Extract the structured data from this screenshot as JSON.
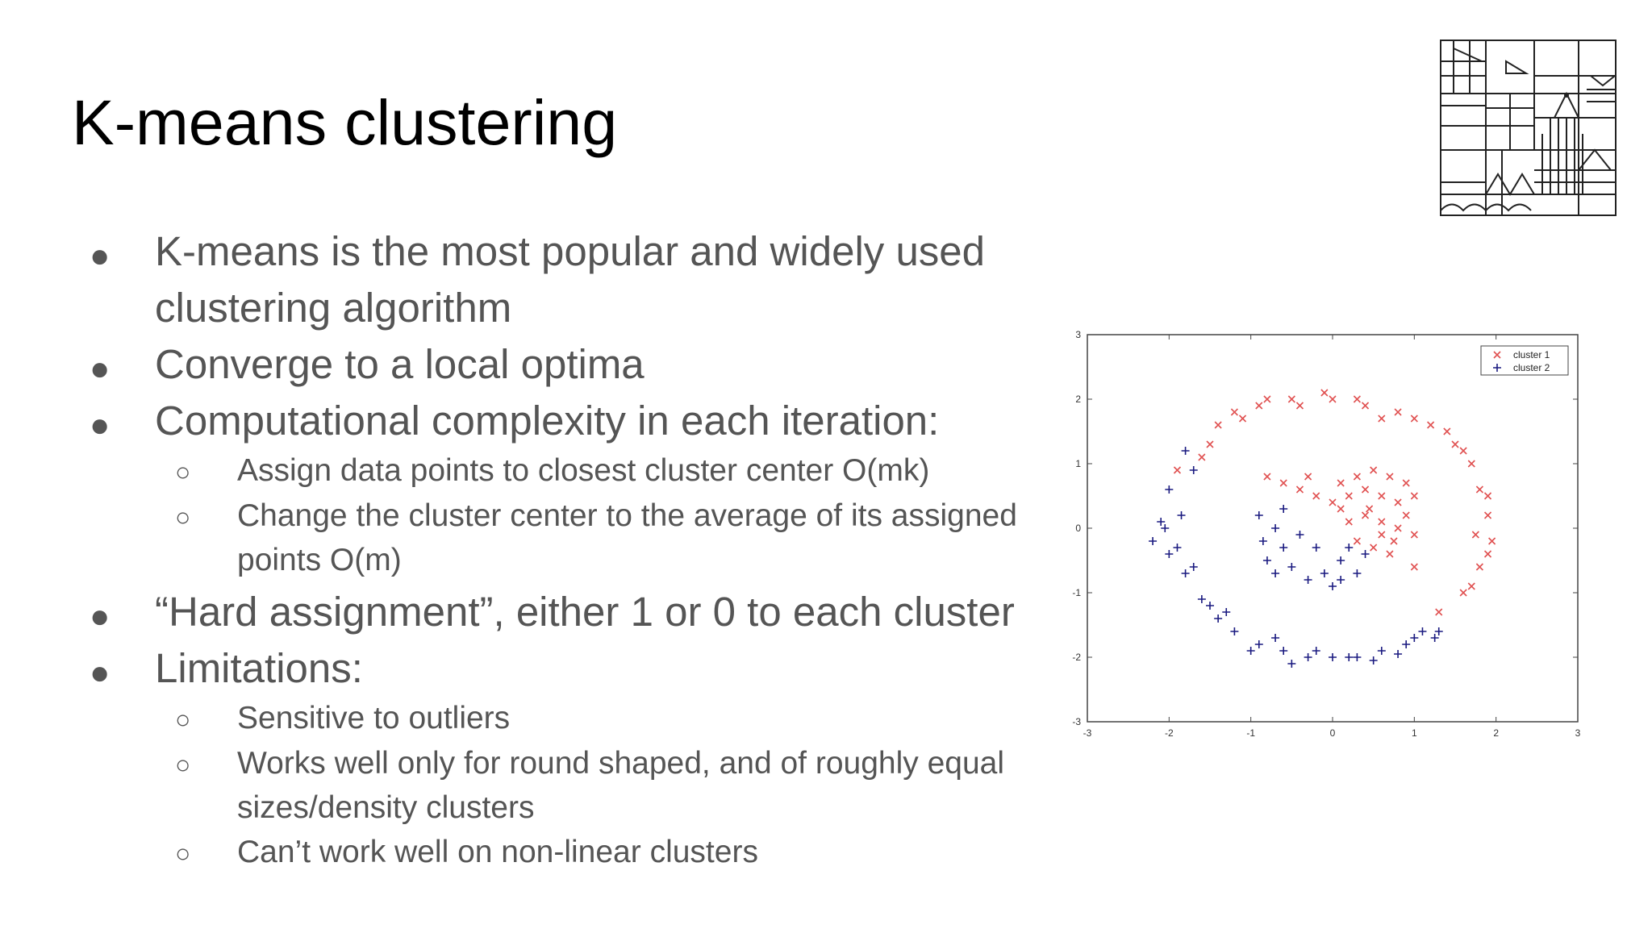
{
  "slide": {
    "title": "K-means clustering",
    "bullets": [
      {
        "marker": "●",
        "line1": "K-means is the most popular and widely used",
        "line2": "clustering algorithm"
      },
      {
        "marker": "●",
        "line1": "Converge to a local optima"
      },
      {
        "marker": "●",
        "line1": "Computational complexity in each iteration:"
      },
      {
        "marker": "○",
        "line1": "Assign data points to closest cluster center O(mk)"
      },
      {
        "marker": "○",
        "line1": "Change the cluster center to the average of its assigned",
        "line2": "points O(m)"
      },
      {
        "marker": "●",
        "line1": "“Hard assignment”, either 1 or 0 to each cluster"
      },
      {
        "marker": "●",
        "line1": "Limitations:"
      },
      {
        "marker": "○",
        "line1": "Sensitive to outliers"
      },
      {
        "marker": "○",
        "line1": "Works well only for round shaped, and of roughly equal",
        "line2": "sizes/density clusters"
      },
      {
        "marker": "○",
        "line1": "Can’t work well on non-linear clusters"
      }
    ]
  },
  "logo": {
    "icon": "university-building-logo"
  },
  "chart_data": {
    "type": "scatter",
    "title": "",
    "xlabel": "",
    "ylabel": "",
    "xlim": [
      -3,
      3
    ],
    "ylim": [
      -3,
      3
    ],
    "x_ticks": [
      "-3",
      "-2",
      "-1",
      "0",
      "1",
      "2",
      "3"
    ],
    "y_ticks": [
      "3",
      "2",
      "1",
      "0",
      "-1",
      "-2",
      "-3"
    ],
    "legend_position": "top-right",
    "series": [
      {
        "name": "cluster 1",
        "marker": "x",
        "color": "#e05050",
        "points": [
          [
            -1.9,
            0.9
          ],
          [
            -1.5,
            1.3
          ],
          [
            -1.2,
            1.8
          ],
          [
            -0.8,
            2.0
          ],
          [
            -0.5,
            2.0
          ],
          [
            -0.1,
            2.1
          ],
          [
            0.3,
            2.0
          ],
          [
            0.8,
            1.8
          ],
          [
            1.2,
            1.6
          ],
          [
            1.5,
            1.3
          ],
          [
            1.7,
            1.0
          ],
          [
            1.8,
            0.6
          ],
          [
            1.9,
            0.2
          ],
          [
            1.95,
            -0.2
          ],
          [
            1.8,
            -0.6
          ],
          [
            1.6,
            -1.0
          ],
          [
            1.3,
            -1.3
          ],
          [
            -1.6,
            1.1
          ],
          [
            -1.4,
            1.6
          ],
          [
            -1.1,
            1.7
          ],
          [
            -0.9,
            1.9
          ],
          [
            -0.4,
            1.9
          ],
          [
            0.0,
            2.0
          ],
          [
            0.4,
            1.9
          ],
          [
            0.6,
            1.7
          ],
          [
            1.0,
            1.7
          ],
          [
            1.4,
            1.5
          ],
          [
            1.6,
            1.2
          ],
          [
            1.9,
            0.5
          ],
          [
            1.75,
            -0.1
          ],
          [
            1.9,
            -0.4
          ],
          [
            1.7,
            -0.9
          ],
          [
            -0.8,
            0.8
          ],
          [
            -0.6,
            0.7
          ],
          [
            -0.4,
            0.6
          ],
          [
            -0.2,
            0.5
          ],
          [
            0.0,
            0.4
          ],
          [
            0.2,
            0.5
          ],
          [
            0.4,
            0.6
          ],
          [
            0.6,
            0.5
          ],
          [
            0.8,
            0.4
          ],
          [
            0.9,
            0.7
          ],
          [
            0.5,
            0.9
          ],
          [
            0.3,
            0.8
          ],
          [
            0.1,
            0.7
          ],
          [
            -0.3,
            0.8
          ],
          [
            0.7,
            0.8
          ],
          [
            1.0,
            0.5
          ],
          [
            0.2,
            0.1
          ],
          [
            0.4,
            0.2
          ],
          [
            0.6,
            0.1
          ],
          [
            0.8,
            0.0
          ],
          [
            1.0,
            -0.1
          ],
          [
            0.3,
            -0.2
          ],
          [
            0.5,
            -0.3
          ],
          [
            0.7,
            -0.4
          ],
          [
            1.0,
            -0.6
          ],
          [
            0.9,
            0.2
          ],
          [
            0.6,
            -0.1
          ],
          [
            0.1,
            0.3
          ],
          [
            0.45,
            0.3
          ],
          [
            0.75,
            -0.2
          ]
        ]
      },
      {
        "name": "cluster 2",
        "marker": "+",
        "color": "#1a1a80",
        "points": [
          [
            -1.8,
            1.2
          ],
          [
            -1.7,
            0.9
          ],
          [
            -2.0,
            0.6
          ],
          [
            -2.1,
            0.1
          ],
          [
            -2.2,
            -0.2
          ],
          [
            -2.0,
            -0.4
          ],
          [
            -1.8,
            -0.7
          ],
          [
            -1.6,
            -1.1
          ],
          [
            -1.4,
            -1.4
          ],
          [
            -1.2,
            -1.6
          ],
          [
            -0.9,
            -1.8
          ],
          [
            -0.6,
            -1.9
          ],
          [
            -0.3,
            -2.0
          ],
          [
            0.0,
            -2.0
          ],
          [
            0.3,
            -2.0
          ],
          [
            0.6,
            -1.9
          ],
          [
            0.9,
            -1.8
          ],
          [
            1.1,
            -1.6
          ],
          [
            1.3,
            -1.6
          ],
          [
            -2.05,
            0.0
          ],
          [
            -1.85,
            0.2
          ],
          [
            -1.9,
            -0.3
          ],
          [
            -1.7,
            -0.6
          ],
          [
            -1.5,
            -1.2
          ],
          [
            -1.3,
            -1.3
          ],
          [
            -1.0,
            -1.9
          ],
          [
            -0.7,
            -1.7
          ],
          [
            -0.5,
            -2.1
          ],
          [
            -0.2,
            -1.9
          ],
          [
            0.2,
            -2.0
          ],
          [
            0.5,
            -2.05
          ],
          [
            0.8,
            -1.95
          ],
          [
            1.0,
            -1.7
          ],
          [
            1.25,
            -1.7
          ],
          [
            -0.9,
            0.2
          ],
          [
            -0.7,
            0.0
          ],
          [
            -0.6,
            -0.3
          ],
          [
            -0.8,
            -0.5
          ],
          [
            -0.5,
            -0.6
          ],
          [
            -0.3,
            -0.8
          ],
          [
            -0.1,
            -0.7
          ],
          [
            0.1,
            -0.5
          ],
          [
            0.3,
            -0.7
          ],
          [
            0.0,
            -0.9
          ],
          [
            -0.2,
            -0.3
          ],
          [
            -0.4,
            -0.1
          ],
          [
            -0.6,
            0.3
          ],
          [
            0.2,
            -0.3
          ],
          [
            -0.85,
            -0.2
          ],
          [
            0.4,
            -0.4
          ],
          [
            -0.7,
            -0.7
          ],
          [
            0.1,
            -0.8
          ]
        ]
      }
    ]
  }
}
